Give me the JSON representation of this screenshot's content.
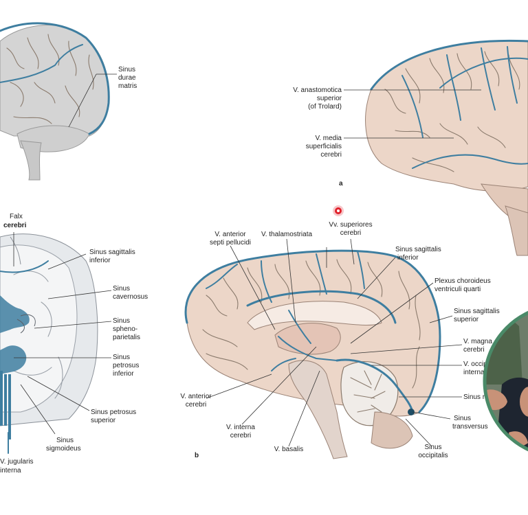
{
  "colors": {
    "vein": "#3e7ea0",
    "brain_tissue": "#ecd6c8",
    "grey_brain": "#d4d4d4",
    "dura_grey": "#e0e4e8",
    "cursor": "#e0202a",
    "webcam_ring": "#4a8a68"
  },
  "panel_top_left": {
    "labels": [
      {
        "lines": [
          "Sinus",
          "durae",
          "matris"
        ]
      }
    ]
  },
  "panel_a": {
    "letter": "a",
    "labels": [
      {
        "lines": [
          "V. anastomotica",
          "superior",
          "(of Trolard)"
        ]
      },
      {
        "lines": [
          "V. media",
          "superficialis",
          "cerebri"
        ]
      }
    ]
  },
  "panel_left": {
    "labels": [
      {
        "lines": [
          "Falx",
          "cerebri"
        ]
      },
      {
        "lines": [
          "Sinus sagittalis",
          "inferior"
        ]
      },
      {
        "lines": [
          "Sinus",
          "cavernosus"
        ]
      },
      {
        "lines": [
          "Sinus",
          "spheno-",
          "parietalis"
        ]
      },
      {
        "lines": [
          "Sinus",
          "petrosus",
          "inferior"
        ]
      },
      {
        "lines": [
          "Sinus petrosus",
          "superior"
        ]
      },
      {
        "lines": [
          "Sinus",
          "sigmoideus"
        ]
      },
      {
        "lines": [
          "V. jugularis",
          "interna"
        ]
      }
    ]
  },
  "panel_b": {
    "letter": "b",
    "labels": [
      {
        "lines": [
          "V. anterior",
          "septi pellucidi"
        ]
      },
      {
        "lines": [
          "V. thalamostriata"
        ]
      },
      {
        "lines": [
          "Vv. superiores",
          "cerebri"
        ]
      },
      {
        "lines": [
          "Sinus sagittalis",
          "inferior"
        ]
      },
      {
        "lines": [
          "Plexus choroideus",
          "ventriculi quarti"
        ]
      },
      {
        "lines": [
          "Sinus sagittalis",
          "superior"
        ]
      },
      {
        "lines": [
          "V. magna",
          "cerebri"
        ]
      },
      {
        "lines": [
          "V. occipitalis",
          "interna"
        ]
      },
      {
        "lines": [
          "Sinus rectus"
        ]
      },
      {
        "lines": [
          "Sinus",
          "transversus"
        ]
      },
      {
        "lines": [
          "Sinus",
          "occipitalis"
        ]
      },
      {
        "lines": [
          "V. anterior",
          "cerebri"
        ]
      },
      {
        "lines": [
          "V. interna",
          "cerebri"
        ]
      },
      {
        "lines": [
          "V. basalis"
        ]
      }
    ]
  }
}
